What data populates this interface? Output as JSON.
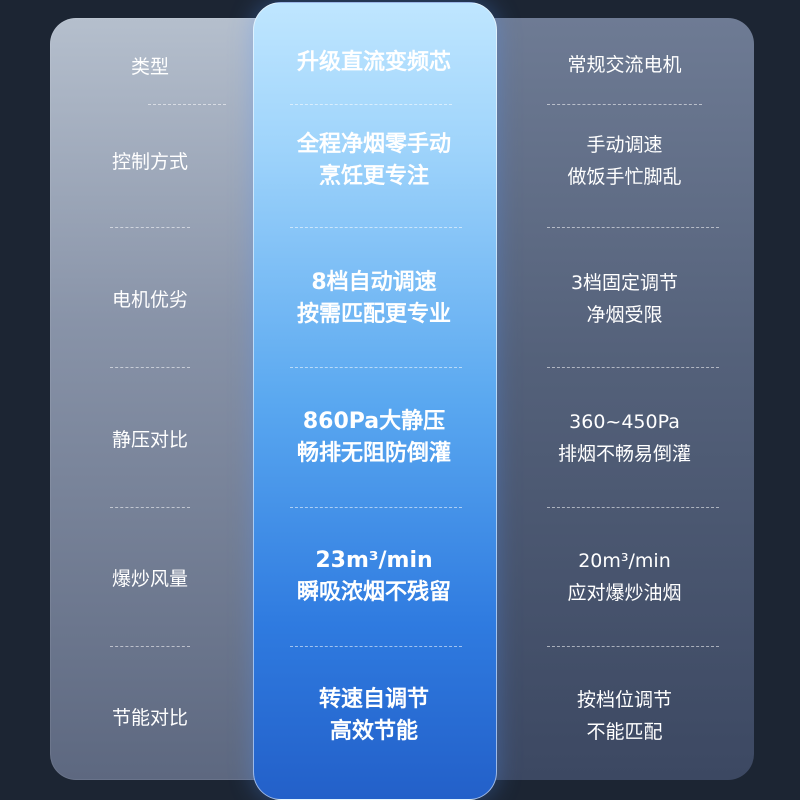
{
  "header": {
    "left": "类型",
    "mid": "升级直流变频芯",
    "right": "常规交流电机"
  },
  "rows": [
    {
      "label": "控制方式",
      "mid": [
        "全程净烟零手动",
        "烹饪更专注"
      ],
      "right": [
        "手动调速",
        "做饭手忙脚乱"
      ]
    },
    {
      "label": "电机优劣",
      "mid": [
        "8档自动调速",
        "按需匹配更专业"
      ],
      "right": [
        "3档固定调节",
        "净烟受限"
      ]
    },
    {
      "label": "静压对比",
      "mid": [
        "860Pa大静压",
        "畅排无阻防倒灌"
      ],
      "right": [
        "360~450Pa",
        "排烟不畅易倒灌"
      ]
    },
    {
      "label": "爆炒风量",
      "mid": [
        "23m³/min",
        "瞬吸浓烟不残留"
      ],
      "right": [
        "20m³/min",
        "应对爆炒油烟"
      ]
    },
    {
      "label": "节能对比",
      "mid": [
        "转速自调节",
        "高效节能"
      ],
      "right": [
        "按档位调节",
        "不能匹配"
      ]
    }
  ],
  "colors": {
    "background": "#1c2533",
    "mid_top": "#bfe6ff",
    "mid_bottom": "#2360c9"
  }
}
